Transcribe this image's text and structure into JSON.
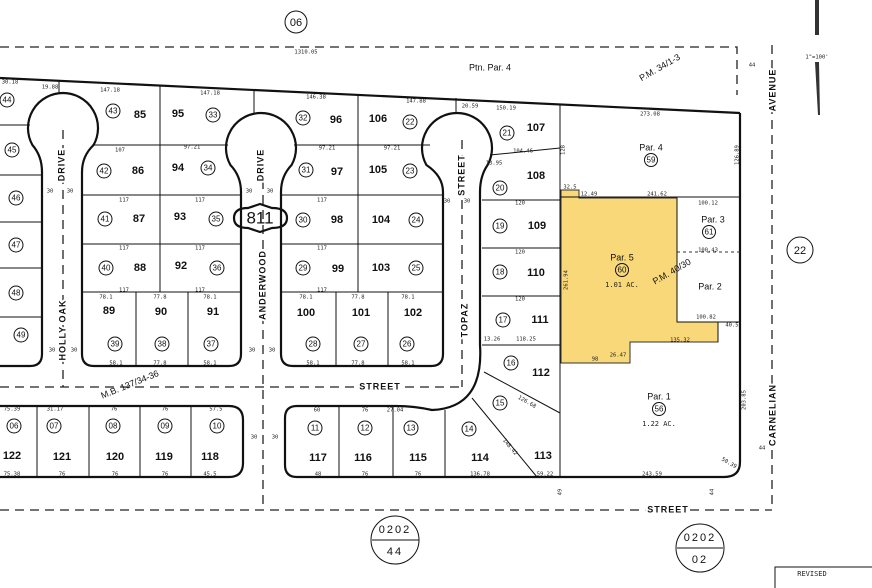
{
  "map": {
    "sheet_circle": "06",
    "top_dimension": "1310.05",
    "adjacent_page_circle": "22",
    "scale": "1\"=100'",
    "block_number": "811",
    "revised_label": "REVISED",
    "page_refs": [
      {
        "top": "0202",
        "bottom": "44"
      },
      {
        "top": "0202",
        "bottom": "02"
      }
    ],
    "highlight_color": "#f8d878"
  },
  "streets": [
    {
      "name": "HOLLY OAK"
    },
    {
      "name": "DRIVE"
    },
    {
      "name": "ANDERWOOD"
    },
    {
      "name": "DRIVE"
    },
    {
      "name": "TOPAZ"
    },
    {
      "name": "STREET"
    },
    {
      "name": "STREET"
    },
    {
      "name": "STREET"
    },
    {
      "name": "AVENUE"
    },
    {
      "name": "CARNELIAN"
    }
  ],
  "recordings": [
    "Ptn. Par. 4",
    "P.M. 34/1-3",
    "P.M. 40/30",
    "M.B. 137/34-36"
  ],
  "lots": [
    {
      "lot": "85",
      "parcel": "43"
    },
    {
      "lot": "95",
      "parcel": "33"
    },
    {
      "lot": "86",
      "parcel": "42"
    },
    {
      "lot": "94",
      "parcel": "34"
    },
    {
      "lot": "87",
      "parcel": "41"
    },
    {
      "lot": "93",
      "parcel": "35"
    },
    {
      "lot": "88",
      "parcel": "40"
    },
    {
      "lot": "92",
      "parcel": "36"
    },
    {
      "lot": "89",
      "parcel": "39"
    },
    {
      "lot": "90",
      "parcel": "38"
    },
    {
      "lot": "91",
      "parcel": "37"
    },
    {
      "lot": "96",
      "parcel": "32"
    },
    {
      "lot": "106",
      "parcel": "22"
    },
    {
      "lot": "97",
      "parcel": "31"
    },
    {
      "lot": "105",
      "parcel": "23"
    },
    {
      "lot": "98",
      "parcel": "30"
    },
    {
      "lot": "104",
      "parcel": "24"
    },
    {
      "lot": "99",
      "parcel": "29"
    },
    {
      "lot": "103",
      "parcel": "25"
    },
    {
      "lot": "100",
      "parcel": "28"
    },
    {
      "lot": "101",
      "parcel": "27"
    },
    {
      "lot": "102",
      "parcel": "26"
    },
    {
      "lot": "107",
      "parcel": "21"
    },
    {
      "lot": "108",
      "parcel": "20"
    },
    {
      "lot": "109",
      "parcel": "19"
    },
    {
      "lot": "110",
      "parcel": "18"
    },
    {
      "lot": "111",
      "parcel": "17"
    },
    {
      "lot": "112",
      "parcel": "16"
    },
    {
      "lot": "",
      "parcel": "15"
    },
    {
      "lot": "114",
      "parcel": "14"
    },
    {
      "lot": "113",
      "parcel": ""
    },
    {
      "lot": "122",
      "parcel": "06"
    },
    {
      "lot": "121",
      "parcel": "07"
    },
    {
      "lot": "120",
      "parcel": "08"
    },
    {
      "lot": "119",
      "parcel": "09"
    },
    {
      "lot": "118",
      "parcel": "10"
    },
    {
      "lot": "117",
      "parcel": "11"
    },
    {
      "lot": "116",
      "parcel": "12"
    },
    {
      "lot": "115",
      "parcel": "13"
    },
    {
      "lot": "",
      "parcel": "44"
    },
    {
      "lot": "",
      "parcel": "45"
    },
    {
      "lot": "",
      "parcel": "46"
    },
    {
      "lot": "",
      "parcel": "47"
    },
    {
      "lot": "",
      "parcel": "48"
    },
    {
      "lot": "",
      "parcel": "49"
    }
  ],
  "parcels": [
    {
      "label": "Par. 4",
      "number": "59",
      "acreage": ""
    },
    {
      "label": "Par. 5",
      "number": "60",
      "acreage": "1.01 AC.",
      "highlighted": true
    },
    {
      "label": "Par. 3",
      "number": "61",
      "acreage": ""
    },
    {
      "label": "Par. 2",
      "number": "",
      "acreage": ""
    },
    {
      "label": "Par. 1",
      "number": "56",
      "acreage": "1.22 AC."
    }
  ],
  "dimensions": [
    "147.18",
    "147.18",
    "146.38",
    "147.88",
    "150.19",
    "273.08",
    "30.18",
    "19.88",
    "20.59",
    "97.21",
    "97.21",
    "97.21",
    "107",
    "117",
    "117",
    "117",
    "117",
    "117",
    "117",
    "117",
    "117",
    "117",
    "78.1",
    "77.8",
    "78.1",
    "78.1",
    "77.8",
    "78.1",
    "58.1",
    "77.8",
    "58.1",
    "58.1",
    "77.8",
    "58.1",
    "120",
    "120",
    "120",
    "104.46",
    "13.95",
    "13.26",
    "118.25",
    "32.5",
    "12.49",
    "241.62",
    "100.12",
    "100.43",
    "100.82",
    "40.5",
    "135.32",
    "26.47",
    "98",
    "126.89",
    "203.85",
    "243.59",
    "136.78",
    "59.22",
    "126.68",
    "148.42",
    "75.39",
    "31.17",
    "76",
    "76",
    "57.5",
    "75.38",
    "76",
    "76",
    "76",
    "45.5",
    "60",
    "76",
    "27.04",
    "48",
    "76",
    "76",
    "30",
    "30",
    "30",
    "30",
    "30",
    "30",
    "30",
    "30",
    "30",
    "30",
    "30",
    "30",
    "44",
    "44",
    "49",
    "44",
    "128",
    "261.94",
    "50.39"
  ]
}
